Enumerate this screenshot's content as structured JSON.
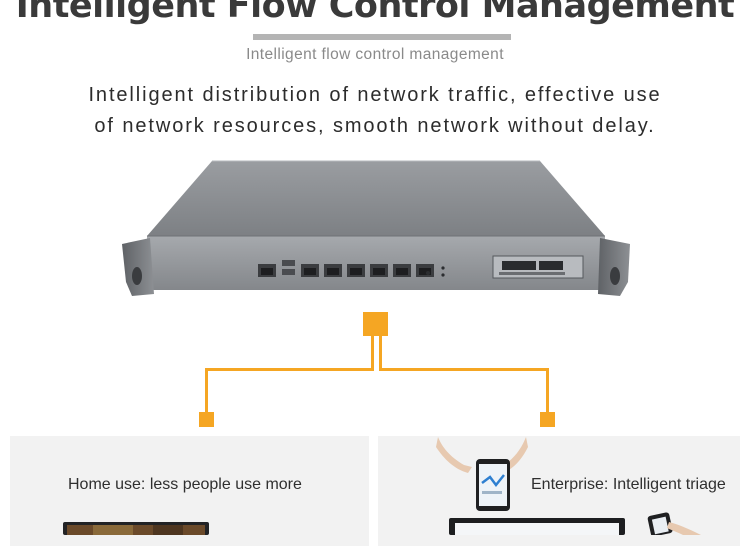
{
  "header": {
    "title": "Intelligent Flow Control Management",
    "subtitle": "Intelligent flow control management"
  },
  "description": {
    "line1": "Intelligent distribution of network traffic, effective use",
    "line2": "of network resources, smooth network without delay."
  },
  "scenarios": {
    "home": {
      "label": "Home use: less people use more"
    },
    "enterprise": {
      "label": "Enterprise: Intelligent triage"
    }
  },
  "colors": {
    "accent": "#f5a623",
    "chassis": "#8f9296",
    "panel_bg": "#f2f2f2",
    "title": "#3a3a3a"
  }
}
